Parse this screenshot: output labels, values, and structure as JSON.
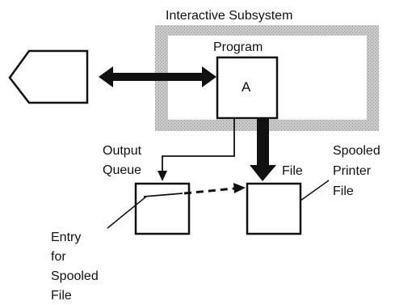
{
  "diagram": {
    "subsystem_title": "Interactive Subsystem",
    "program_title": "Program",
    "program_letter": "A",
    "output_queue_line1": "Output",
    "output_queue_line2": "Queue",
    "file_label": "File",
    "spooled_printer_file_line1": "Spooled",
    "spooled_printer_file_line2": "Printer",
    "spooled_printer_file_line3": "File",
    "entry_line1": "Entry",
    "entry_line2": "for",
    "entry_line3": "Spooled",
    "entry_line4": "File",
    "colors": {
      "subsystem_fill": "#c4c4c4",
      "ink": "#111111",
      "paper": "#ffffff"
    }
  }
}
